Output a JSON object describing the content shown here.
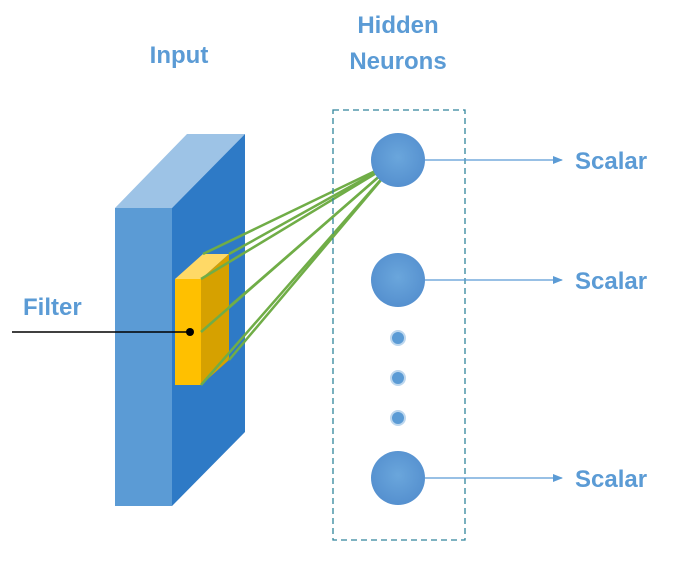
{
  "labels": {
    "input": "Input",
    "hidden_line1": "Hidden",
    "hidden_line2": "Neurons",
    "filter": "Filter",
    "outputs": [
      "Scalar",
      "Scalar",
      "Scalar"
    ]
  },
  "colors": {
    "label_text": "#5B9BD5",
    "volume_front": "#5B9BD5",
    "volume_side": "#2E7AC6",
    "volume_top": "#9DC3E6",
    "filter_front": "#FFC000",
    "filter_side": "#D6A100",
    "filter_top": "#FFD966",
    "connections": "#70AD47",
    "neuron": "#5B9BD5",
    "frame": "#31859C",
    "arrows": "#5B9BD5",
    "filter_pointer": "#000000"
  }
}
